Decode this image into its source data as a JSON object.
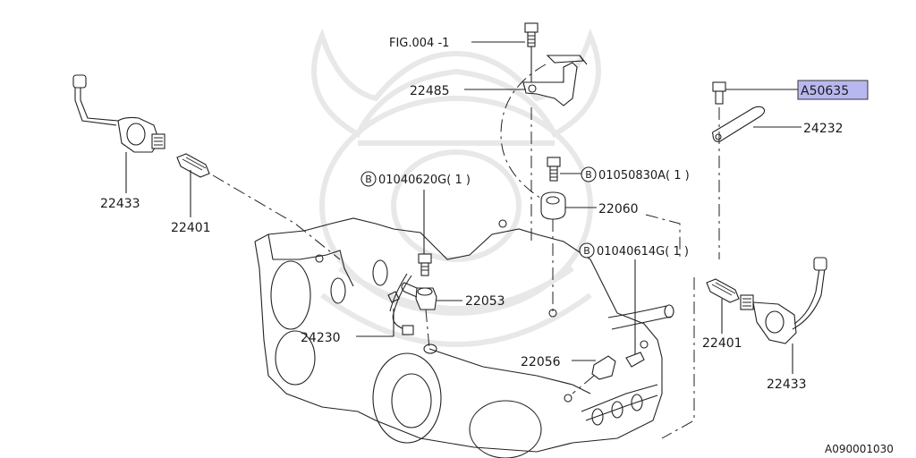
{
  "diagram": {
    "watermark": "samurai-helmet-watermark",
    "callouts": {
      "fig_ref": "FIG.004 -1",
      "p22485": "22485",
      "a50635": "A50635",
      "p24232": "24232",
      "b01050830": "01050830A( 1   )",
      "b01040620": "01040620G( 1   )",
      "p22060": "22060",
      "b01040614": "01040614G( 1   )",
      "p22433_left": "22433",
      "p22401_left": "22401",
      "p22053": "22053",
      "p24230": "24230",
      "p22056": "22056",
      "p22401_right": "22401",
      "p22433_right": "22433"
    },
    "circle_marker": "B",
    "drawing_code": "A090001030",
    "highlight_color": "#b8b8f0"
  }
}
